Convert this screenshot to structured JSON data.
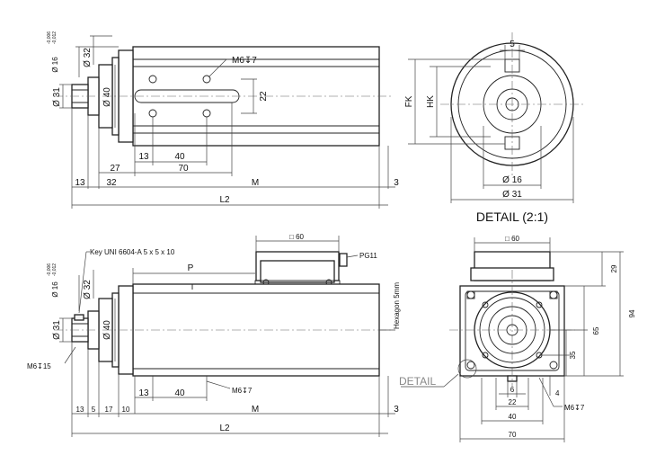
{
  "top_view": {
    "dia16": "Ø 16",
    "tol16": "-0,006\n-0,012",
    "tol16_top": "-0,006",
    "tol16_bot": "-0,012",
    "dia32": "Ø 32",
    "dia31": "Ø 31",
    "dia40": "Ø 40",
    "thread": "M6↧7",
    "dim22": "22",
    "dim13": "13",
    "dim40": "40",
    "dim27": "27",
    "dim70": "70",
    "dim13b": "13",
    "dim32": "32",
    "dimM": "M",
    "dim3": "3",
    "dimL2": "L2"
  },
  "detail_view": {
    "dim5": "5",
    "fk": "FK",
    "hk": "HK",
    "dia16": "Ø 16",
    "dia31": "Ø 31",
    "title": "DETAIL (2:1)"
  },
  "bottom_view": {
    "box60": "□ 60",
    "key": "Key UNI 6604-A 5 x 5 x 10",
    "pg11": "PG11",
    "P": "P",
    "hex": "Hexagon 5mm",
    "dia16": "Ø 16",
    "tol16_top": "-0,006",
    "tol16_bot": "-0,012",
    "dia32": "Ø 32",
    "dia31": "Ø 31",
    "dia40": "Ø 40",
    "m6_15": "M6↧15",
    "dim13": "13",
    "dim40": "40",
    "thread": "M6↧7",
    "d13": "13",
    "d5": "5",
    "d17": "17",
    "d10": "10",
    "dimM": "M",
    "dim3": "3",
    "dimL2": "L2"
  },
  "end_view": {
    "box60": "□ 60",
    "d29": "29",
    "d94": "94",
    "d65": "65",
    "d35": "35",
    "d4": "4",
    "d6": "6",
    "d22": "22",
    "d40": "40",
    "d70": "70",
    "thread": "M6↧7",
    "detail_label": "DETAIL"
  }
}
